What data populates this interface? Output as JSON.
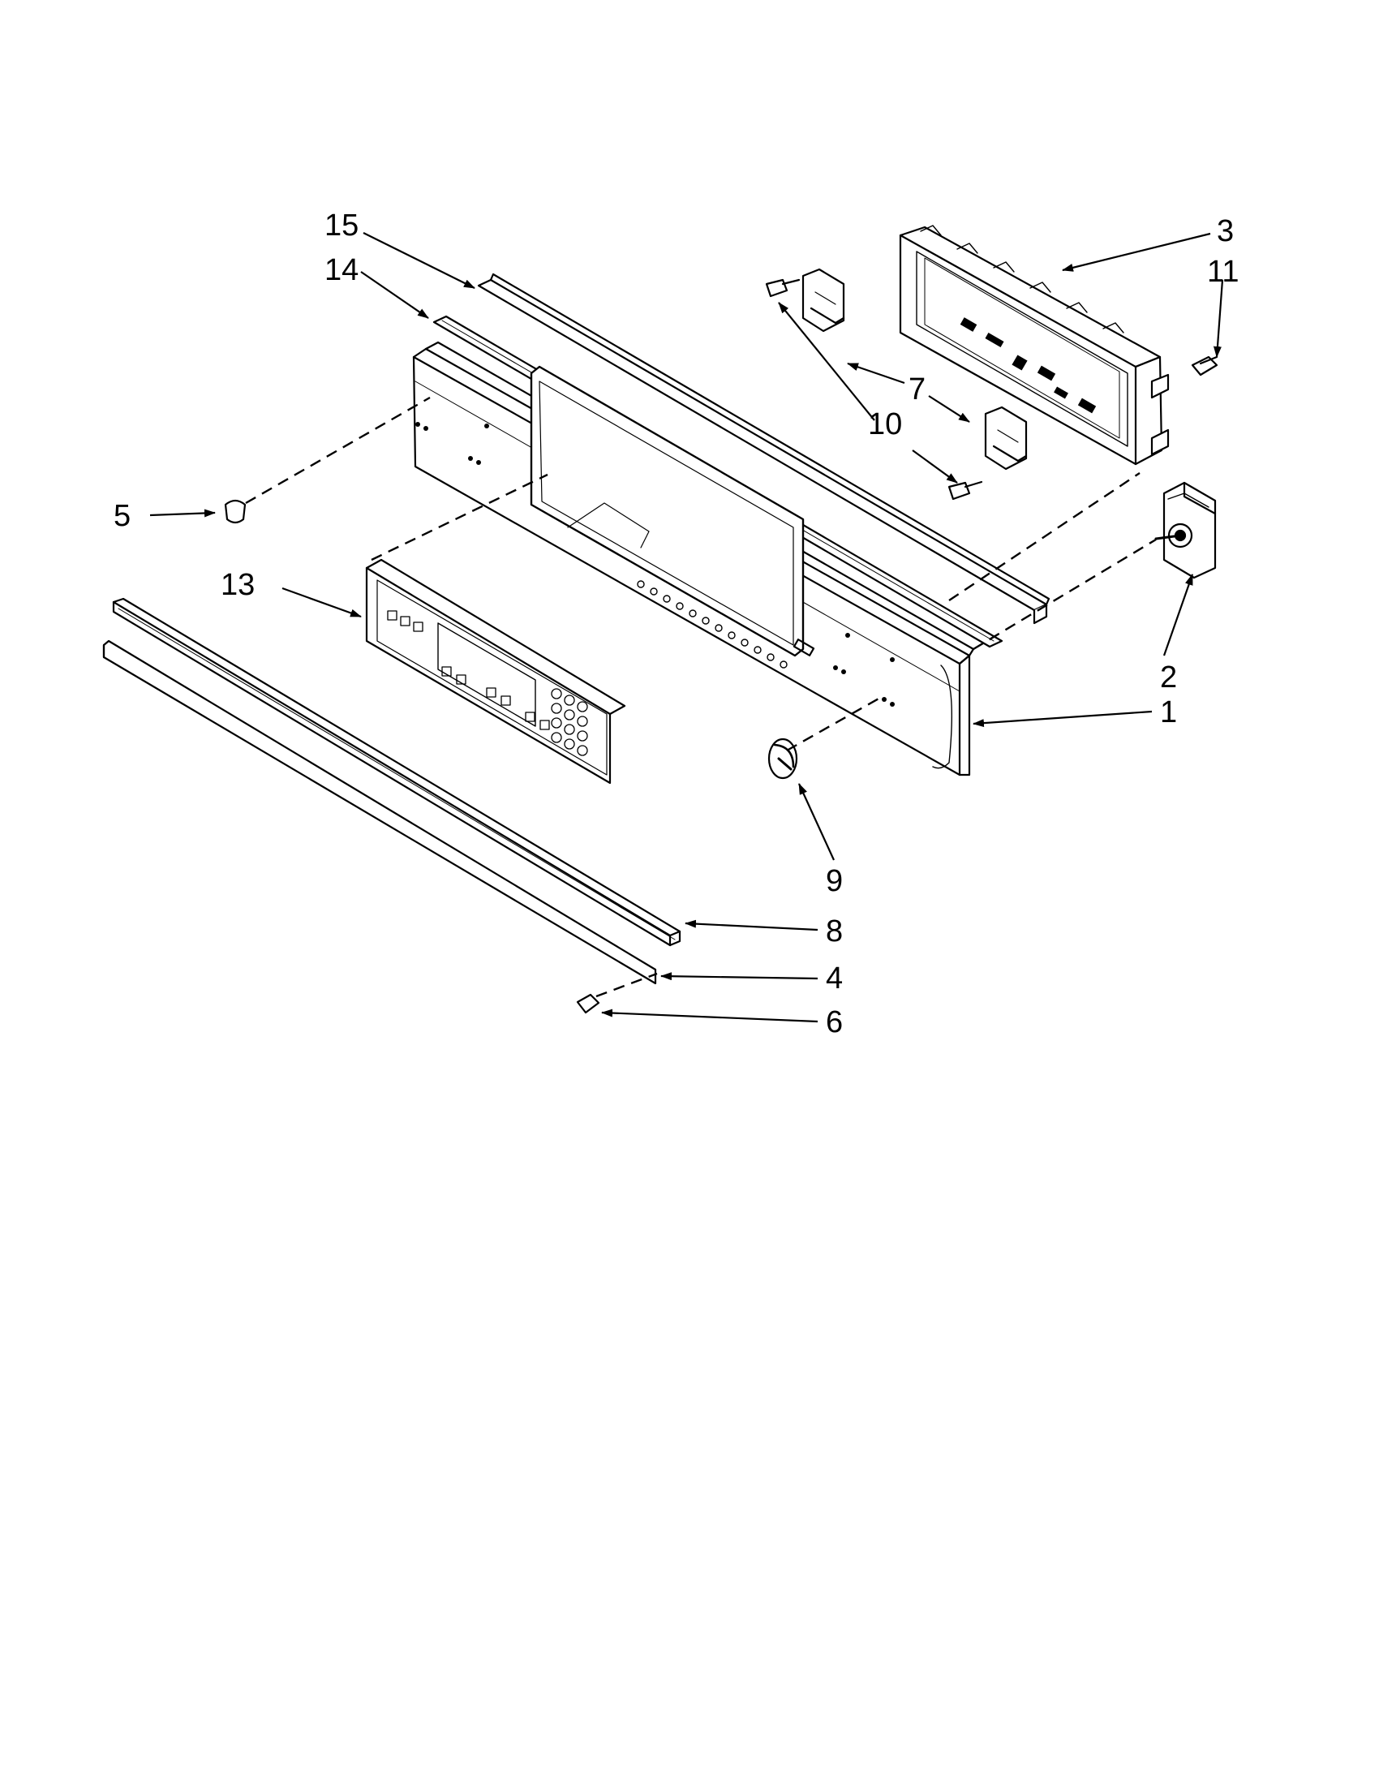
{
  "callouts": [
    {
      "id": "15",
      "label": "15"
    },
    {
      "id": "14",
      "label": "14"
    },
    {
      "id": "3",
      "label": "3"
    },
    {
      "id": "11",
      "label": "11"
    },
    {
      "id": "7",
      "label": "7"
    },
    {
      "id": "10",
      "label": "10"
    },
    {
      "id": "5",
      "label": "5"
    },
    {
      "id": "13",
      "label": "13"
    },
    {
      "id": "2",
      "label": "2"
    },
    {
      "id": "1",
      "label": "1"
    },
    {
      "id": "9",
      "label": "9"
    },
    {
      "id": "8",
      "label": "8"
    },
    {
      "id": "4",
      "label": "4"
    },
    {
      "id": "6",
      "label": "6"
    }
  ],
  "parts": [
    {
      "id": "control-panel",
      "callout": "1"
    },
    {
      "id": "selector-switch",
      "callout": "2"
    },
    {
      "id": "control-board",
      "callout": "3"
    },
    {
      "id": "trim-strip-lower",
      "callout": "4"
    },
    {
      "id": "screw-left",
      "callout": "5"
    },
    {
      "id": "screw-bottom",
      "callout": "6"
    },
    {
      "id": "bracket",
      "callout": "7"
    },
    {
      "id": "trim-channel",
      "callout": "8"
    },
    {
      "id": "knob",
      "callout": "9"
    },
    {
      "id": "bracket-screw",
      "callout": "10"
    },
    {
      "id": "board-screw",
      "callout": "11"
    },
    {
      "id": "touch-overlay",
      "callout": "13"
    },
    {
      "id": "top-strip",
      "callout": "14"
    },
    {
      "id": "rear-rail",
      "callout": "15"
    }
  ]
}
